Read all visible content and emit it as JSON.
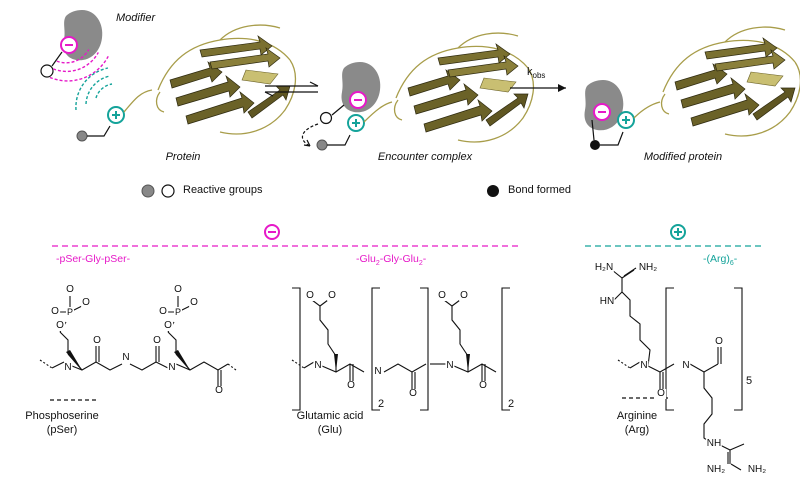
{
  "top": {
    "modifier_label": "Modifier",
    "protein_label": "Protein",
    "encounter_label": "Encounter complex",
    "rate_label": "k",
    "rate_subscript": "obs",
    "modified_label": "Modified protein",
    "legend_reactive": "Reactive groups",
    "legend_bond": "Bond formed"
  },
  "bottom": {
    "negative_sequences": [
      "-pSer-Gly-pSer-",
      "-Glu",
      "2",
      "-Gly-Glu",
      "2",
      "-"
    ],
    "positive_sequence": "-(Arg)",
    "positive_sequence_sub": "6",
    "positive_sequence_end": "-",
    "amino_acids": [
      {
        "name": "Phosphoserine",
        "abbr": "(pSer)"
      },
      {
        "name": "Glutamic acid",
        "abbr": "(Glu)"
      },
      {
        "name": "Arginine",
        "abbr": "(Arg)"
      }
    ],
    "repeat_glu": "2",
    "repeat_arg": "5"
  },
  "colors": {
    "negative": "#e619c8",
    "positive": "#14a39a",
    "protein": "#6b6228",
    "protein_light": "#c9bf72",
    "modifier": "#8a8a8a"
  },
  "icons": [
    "minus-charge-icon",
    "plus-charge-icon",
    "modifier-blob-icon",
    "protein-ribbon-icon",
    "equilibrium-arrow-icon",
    "reaction-arrow-icon"
  ]
}
